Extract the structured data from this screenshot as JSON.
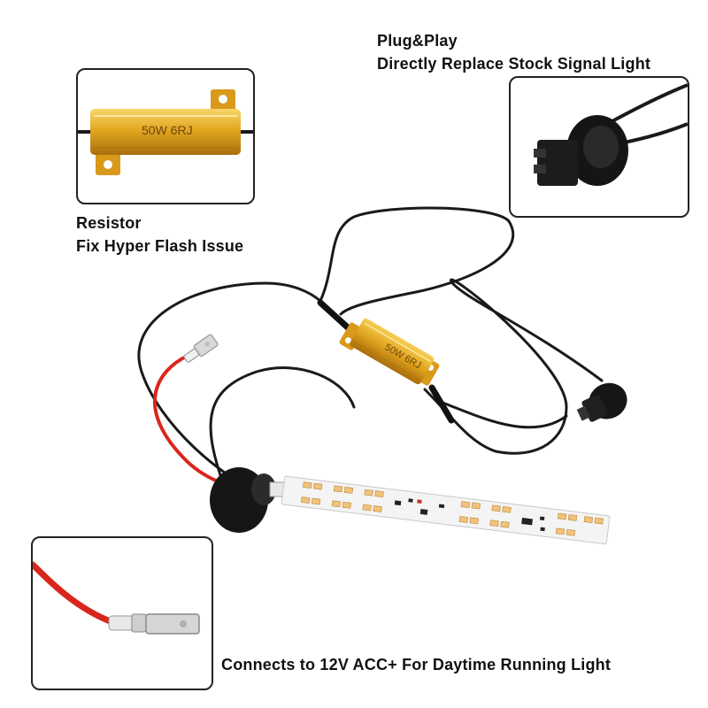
{
  "resistor_inset": {
    "marking": "50W 6RJ",
    "caption_line1": "Resistor",
    "caption_line2": "Fix Hyper Flash Issue"
  },
  "plug_inset": {
    "caption_line1": "Plug&Play",
    "caption_line2": "Directly Replace Stock Signal Light"
  },
  "terminal_inset": {
    "caption": "Connects to 12V ACC+ For Daytime Running Light"
  },
  "main_product": {
    "resistor_marking": "50W 6RJ"
  },
  "colors": {
    "resistor_gold": "#e0a21c",
    "wire_black": "#1a1a1a",
    "wire_red": "#d9261c",
    "pcb_white": "#f4f4f4",
    "led_amber": "#f2c27a"
  }
}
